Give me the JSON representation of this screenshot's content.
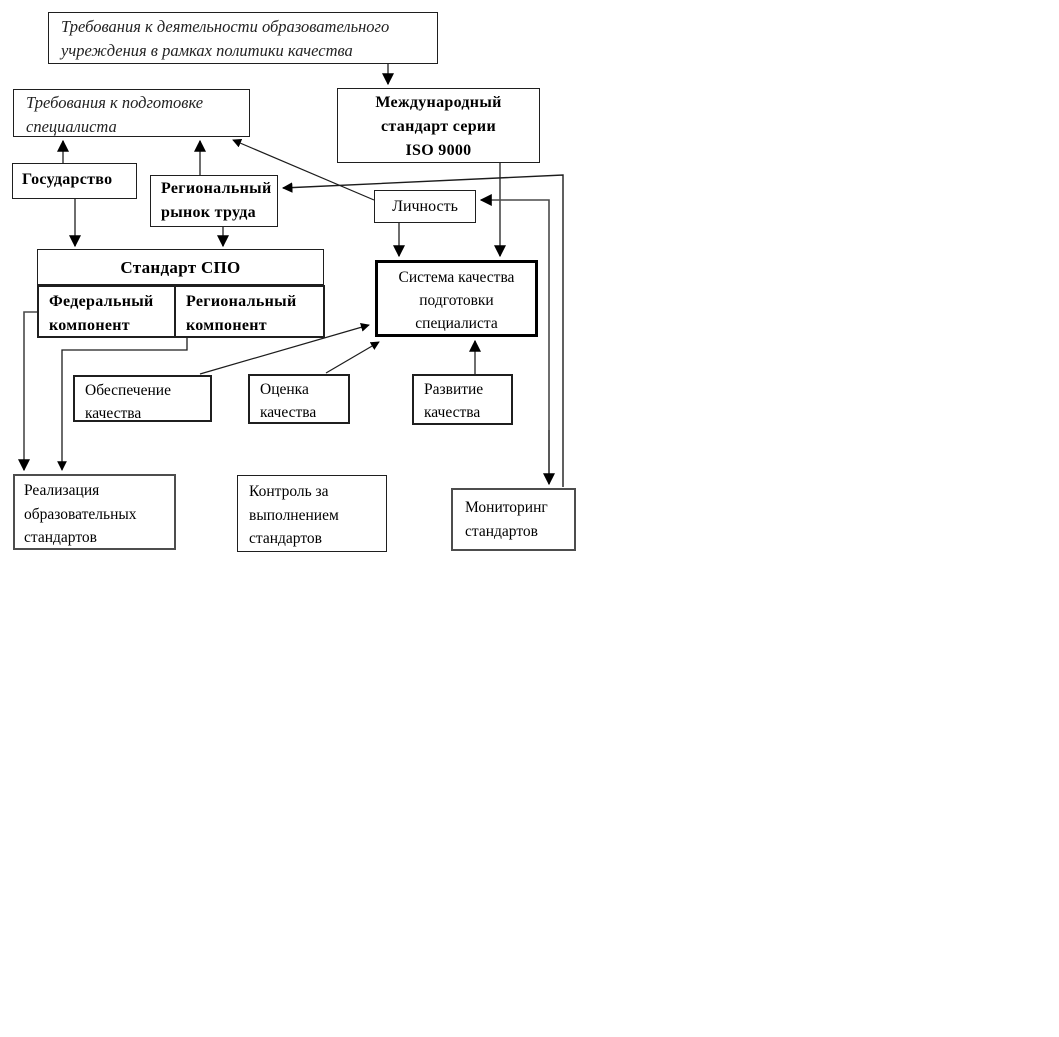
{
  "colors": {
    "background": "#ffffff",
    "box_border": "#1f1f1f",
    "thick_border": "#000000",
    "connector": "#4a4a4a",
    "diagonal_connector": "#1c1c1c",
    "text": "#000000"
  },
  "nodes": {
    "req_activity": {
      "label": "Требования к деятельности образовательного\nучреждения в рамках политики качества"
    },
    "req_specialist": {
      "label": "Требования к подготовке\nспециалиста"
    },
    "iso": {
      "label": "Международный\nстандарт серии\nISO 9000"
    },
    "state": {
      "label": "Государство"
    },
    "market": {
      "label": "Региональный\nрынок труда"
    },
    "person": {
      "label": "Личность"
    },
    "spo": {
      "label": "Стандарт СПО"
    },
    "fed_component": {
      "label": "Федеральный\nкомпонент"
    },
    "reg_component": {
      "label": "Региональный\nкомпонент"
    },
    "quality_system": {
      "label": "Система качества\nподготовки\nспециалиста"
    },
    "assurance": {
      "label": "Обеспечение\nкачества"
    },
    "evaluation": {
      "label": "Оценка\nкачества"
    },
    "development": {
      "label": "Развитие\nкачества"
    },
    "implementation": {
      "label": "Реализация\nобразовательных\nстандартов"
    },
    "control": {
      "label": "Контроль за\nвыполнением\nстандартов"
    },
    "monitoring": {
      "label": "Мониторинг\nстандартов"
    }
  },
  "edges": [
    {
      "from": "req_activity",
      "to": "iso"
    },
    {
      "from": "state",
      "to": "req_specialist"
    },
    {
      "from": "market",
      "to": "req_specialist"
    },
    {
      "from": "person",
      "to": "req_specialist"
    },
    {
      "from": "state",
      "to": "spo"
    },
    {
      "from": "market",
      "to": "spo"
    },
    {
      "from": "iso",
      "to": "quality_system"
    },
    {
      "from": "person",
      "to": "quality_system"
    },
    {
      "from": "fed_component",
      "to": "implementation"
    },
    {
      "from": "reg_component",
      "to": "implementation"
    },
    {
      "from": "assurance",
      "to": "quality_system"
    },
    {
      "from": "evaluation",
      "to": "quality_system"
    },
    {
      "from": "development",
      "to": "quality_system"
    },
    {
      "from": "monitoring",
      "to": "market"
    },
    {
      "from": "monitoring",
      "to": "person"
    },
    {
      "from": "person",
      "to": "monitoring"
    }
  ]
}
